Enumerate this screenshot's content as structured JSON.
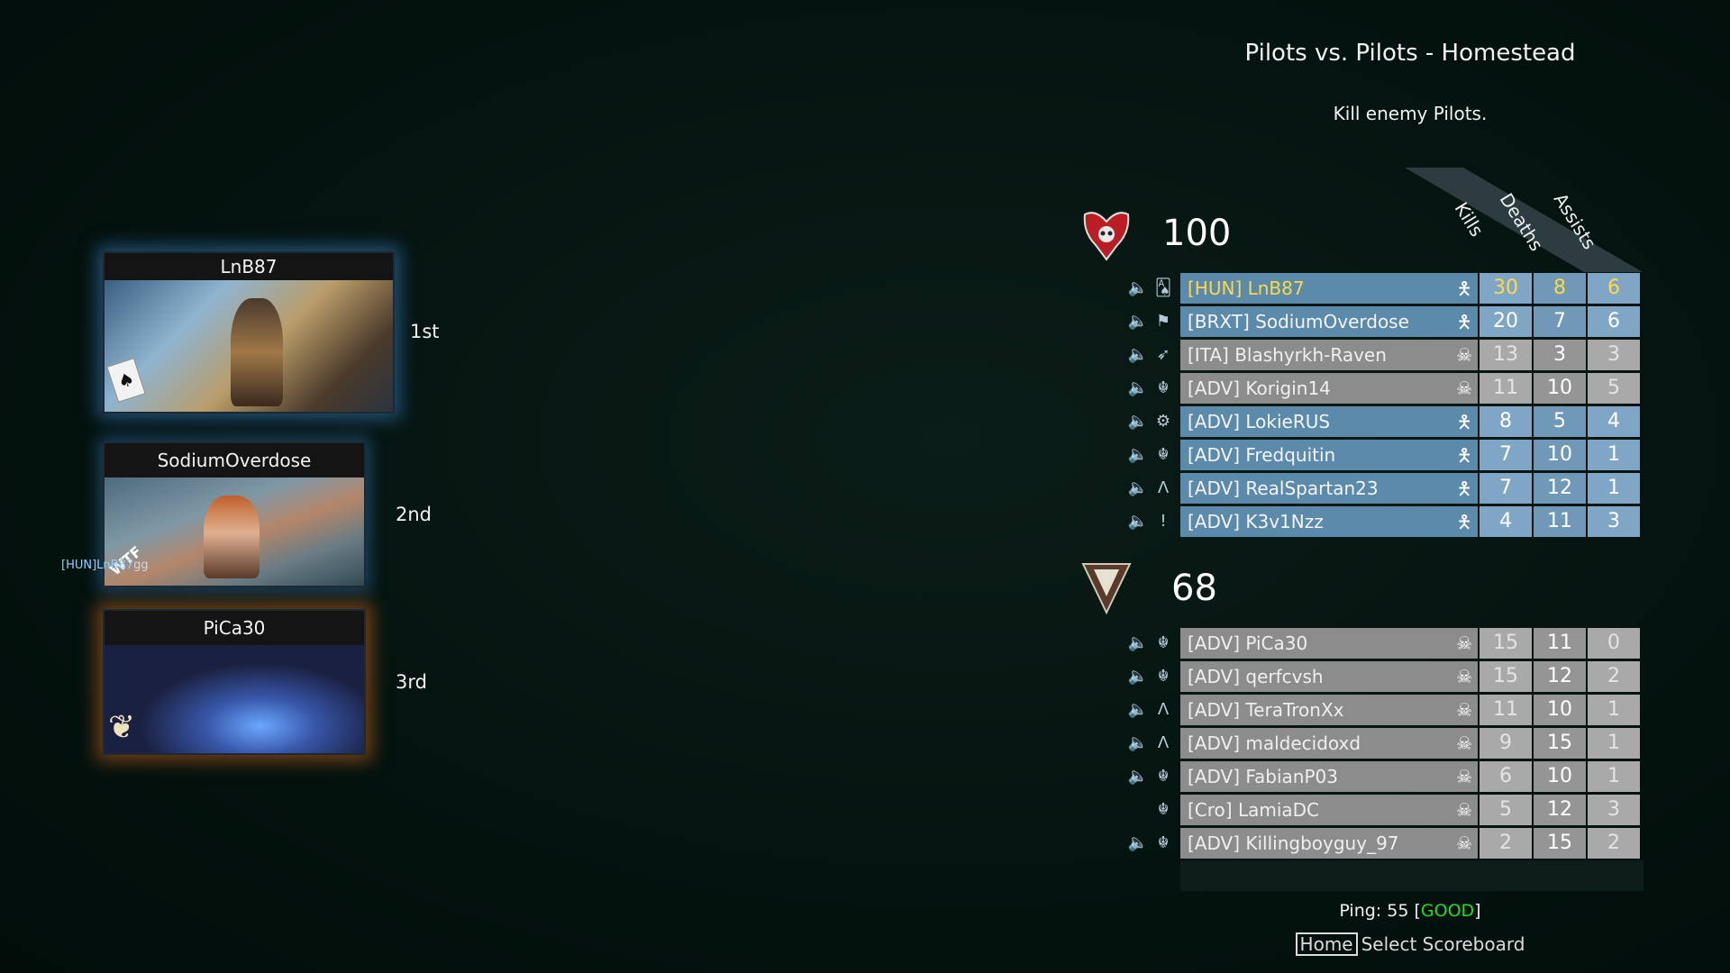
{
  "header": {
    "mode_title": "Pilots vs. Pilots - Homestead",
    "objective": "Kill enemy Pilots."
  },
  "podium": [
    {
      "name": "LnB87",
      "place": "1st",
      "emblem": "ace-of-spades-card"
    },
    {
      "name": "SodiumOverdose",
      "place": "2nd",
      "emblem": "wtf-tag"
    },
    {
      "name": "PiCa30",
      "place": "3rd",
      "emblem": "creature-emblem"
    }
  ],
  "chat": {
    "sender": "[HUN]LnB87",
    "message": "gg"
  },
  "columns": {
    "kills": "Kills",
    "deaths": "Deaths",
    "assists": "Assists"
  },
  "teams": [
    {
      "score": "100",
      "emblem": "winged-skull-icon",
      "color": "#c0262a",
      "players": [
        {
          "name": "[HUN] LnB87",
          "kills": "30",
          "deaths": "8",
          "assists": "6",
          "status": "alive",
          "self": true,
          "class_icon": "card-icon"
        },
        {
          "name": "[BRXT] SodiumOverdose",
          "kills": "20",
          "deaths": "7",
          "assists": "6",
          "status": "alive",
          "self": false,
          "class_icon": "wtf-icon"
        },
        {
          "name": "[ITA] Blashyrkh-Raven",
          "kills": "13",
          "deaths": "3",
          "assists": "3",
          "status": "dead",
          "self": false,
          "class_icon": "feather-icon"
        },
        {
          "name": "[ADV] Korigin14",
          "kills": "11",
          "deaths": "10",
          "assists": "5",
          "status": "dead",
          "self": false,
          "class_icon": "creature-icon"
        },
        {
          "name": "[ADV] LokieRUS",
          "kills": "8",
          "deaths": "5",
          "assists": "4",
          "status": "alive",
          "self": false,
          "class_icon": "gear-icon"
        },
        {
          "name": "[ADV] Fredquitin",
          "kills": "7",
          "deaths": "10",
          "assists": "1",
          "status": "alive",
          "self": false,
          "class_icon": "creature-icon"
        },
        {
          "name": "[ADV] RealSpartan23",
          "kills": "7",
          "deaths": "12",
          "assists": "1",
          "status": "alive",
          "self": false,
          "class_icon": "lambda-icon"
        },
        {
          "name": "[ADV] K3v1Nzz",
          "kills": "4",
          "deaths": "11",
          "assists": "3",
          "status": "alive",
          "self": false,
          "class_icon": "exclamation-icon"
        }
      ]
    },
    {
      "score": "68",
      "emblem": "shield-64-icon",
      "color": "#6a4a3a",
      "players": [
        {
          "name": "[ADV] PiCa30",
          "kills": "15",
          "deaths": "11",
          "assists": "0",
          "status": "dead",
          "self": false,
          "class_icon": "creature-icon",
          "speaker": true
        },
        {
          "name": "[ADV] qerfcvsh",
          "kills": "15",
          "deaths": "12",
          "assists": "2",
          "status": "dead",
          "self": false,
          "class_icon": "creature-icon",
          "speaker": true
        },
        {
          "name": "[ADV] TeraTronXx",
          "kills": "11",
          "deaths": "10",
          "assists": "1",
          "status": "dead",
          "self": false,
          "class_icon": "lambda-icon",
          "speaker": true
        },
        {
          "name": "[ADV] maldecidoxd",
          "kills": "9",
          "deaths": "15",
          "assists": "1",
          "status": "dead",
          "self": false,
          "class_icon": "lambda-icon",
          "speaker": true
        },
        {
          "name": "[ADV] FabianP03",
          "kills": "6",
          "deaths": "10",
          "assists": "1",
          "status": "dead",
          "self": false,
          "class_icon": "creature-icon",
          "speaker": true
        },
        {
          "name": "[Cro] LamiaDC",
          "kills": "5",
          "deaths": "12",
          "assists": "3",
          "status": "dead",
          "self": false,
          "class_icon": "creature-icon",
          "speaker": false
        },
        {
          "name": "[ADV] Killingboyguy_97",
          "kills": "2",
          "deaths": "15",
          "assists": "2",
          "status": "dead",
          "self": false,
          "class_icon": "creature-icon",
          "speaker": true
        }
      ]
    }
  ],
  "footer": {
    "ping_label": "Ping:",
    "ping_value": "55",
    "ping_quality": "GOOD",
    "key": "Home",
    "hint": "Select Scoreboard"
  }
}
